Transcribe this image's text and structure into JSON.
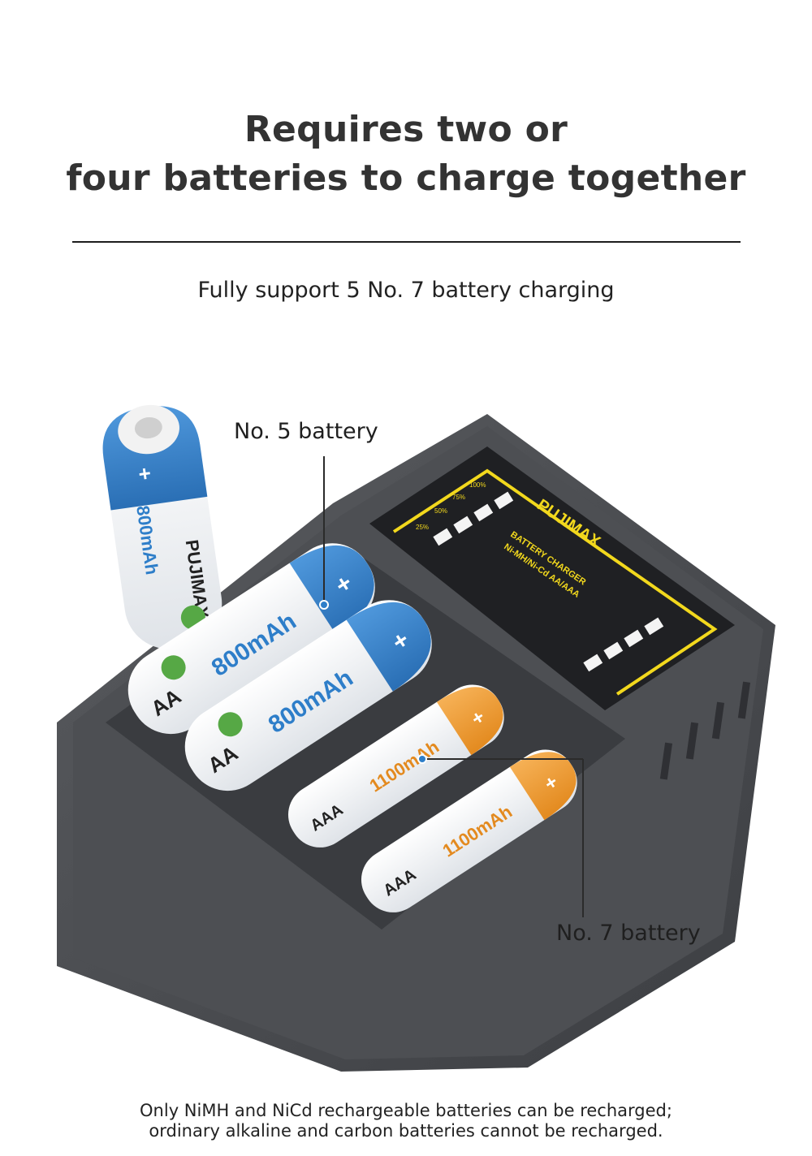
{
  "headline": {
    "line1": "Requires two or",
    "line2": "four batteries to charge together"
  },
  "subheadline": "Fully support 5 No. 7 battery charging",
  "callouts": {
    "no5": "No. 5 battery",
    "no7": "No. 7 battery"
  },
  "charger": {
    "brand": "PUJIMAX",
    "label_line1": "BATTERY CHARGER",
    "label_line2": "Ni-MH/Ni-Cd AA/AAA",
    "levels": [
      "100%",
      "75%",
      "50%",
      "25%"
    ]
  },
  "batteries": {
    "aa_capacity": "800mAh",
    "aa_size": "AA",
    "aaa_capacity": "1100mAh",
    "aaa_size": "AAA",
    "brand": "PUJIMAX"
  },
  "footer": {
    "line1": "Only NiMH and NiCd rechargeable batteries can be recharged;",
    "line2": "ordinary alkaline and carbon batteries cannot be recharged."
  },
  "colors": {
    "charger_body": "#4a4c50",
    "panel": "#1f2023",
    "panel_accent": "#f2d81d",
    "aa_blue": "#2e7ec9",
    "aaa_orange": "#ef9a2e"
  }
}
